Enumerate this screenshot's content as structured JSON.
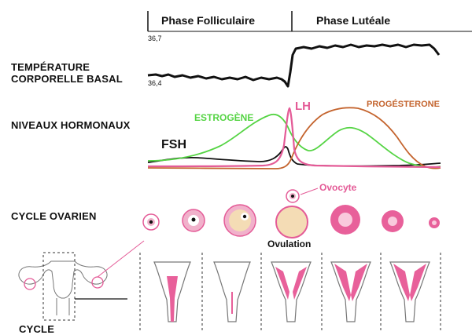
{
  "phases": {
    "follicular": "Phase Folliculaire",
    "luteal": "Phase Lutéale"
  },
  "temperature": {
    "label": "TEMPÉRATURE CORPORELLE BASAL",
    "tick_high": "36,7",
    "tick_low": "36,4"
  },
  "hormones": {
    "label": "NIVEAUX HORMONAUX",
    "estrogen": "ESTROGÈNE",
    "lh": "LH",
    "progesterone": "PROGÉSTERONE",
    "fsh": "FSH"
  },
  "ovarian": {
    "label": "CYCLE OVARIEN",
    "oocyte": "Ovocyte",
    "ovulation": "Ovulation"
  },
  "bottom": {
    "label": "CYCLE"
  },
  "colors": {
    "temperature": "#111111",
    "estrogen": "#55d444",
    "lh": "#e45b97",
    "progesterone": "#c4642e",
    "fsh": "#111111",
    "follicle_pink": "#f1b1cb",
    "follicle_beige": "#f4dcb5",
    "corpus_luteum": "#e8609a",
    "dashed_line": "#333333"
  }
}
